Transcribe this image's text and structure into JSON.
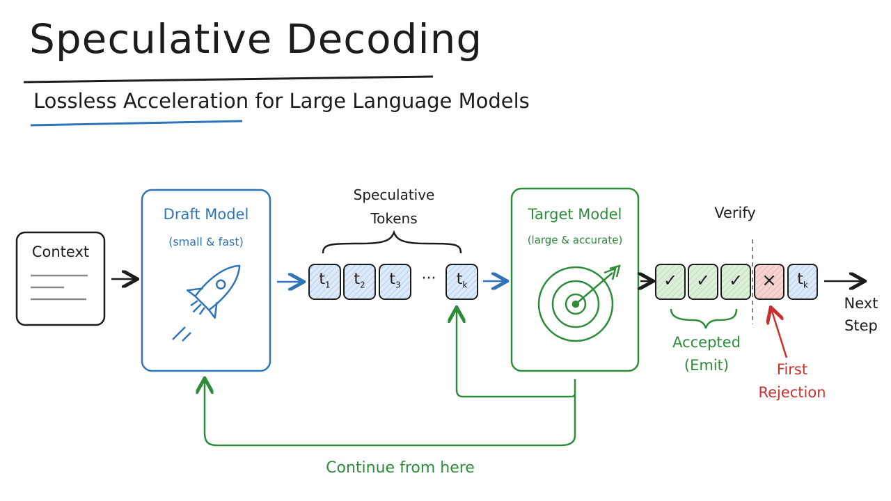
{
  "title": "Speculative Decoding",
  "subtitle": {
    "highlight": "Lossless Acceleration",
    "rest": "for Large Language Models"
  },
  "context": {
    "label": "Context"
  },
  "draft_model": {
    "title": "Draft Model",
    "subtitle": "(small & fast)",
    "icon": "rocket-icon"
  },
  "speculative_tokens": {
    "label_line1": "Speculative",
    "label_line2": "Tokens",
    "tokens": [
      {
        "base": "t",
        "sub": "1"
      },
      {
        "base": "t",
        "sub": "2"
      },
      {
        "base": "t",
        "sub": "3"
      }
    ],
    "ellipsis": "···",
    "last": {
      "base": "t",
      "sub": "k"
    }
  },
  "target_model": {
    "title": "Target Model",
    "subtitle": "(large & accurate)",
    "icon": "target-icon"
  },
  "verify": {
    "label": "Verify",
    "accepted_marks": [
      "✓",
      "✓",
      "✓"
    ],
    "rejected_mark": "×",
    "last": {
      "base": "t",
      "sub": "k"
    },
    "accepted_line1": "Accepted",
    "accepted_line2": "(Emit)",
    "rejection_line1": "First",
    "rejection_line2": "Rejection"
  },
  "next_step": {
    "line1": "Next",
    "line2": "Step"
  },
  "loop_label": "Continue from here",
  "colors": {
    "blue": "#2f73b8",
    "blue_fill": "#dce9f6",
    "green": "#2e8b3a",
    "green_fill": "#dcefd9",
    "red": "#c9302c",
    "red_fill": "#f4d4d2",
    "ink": "#1c1c1c"
  }
}
